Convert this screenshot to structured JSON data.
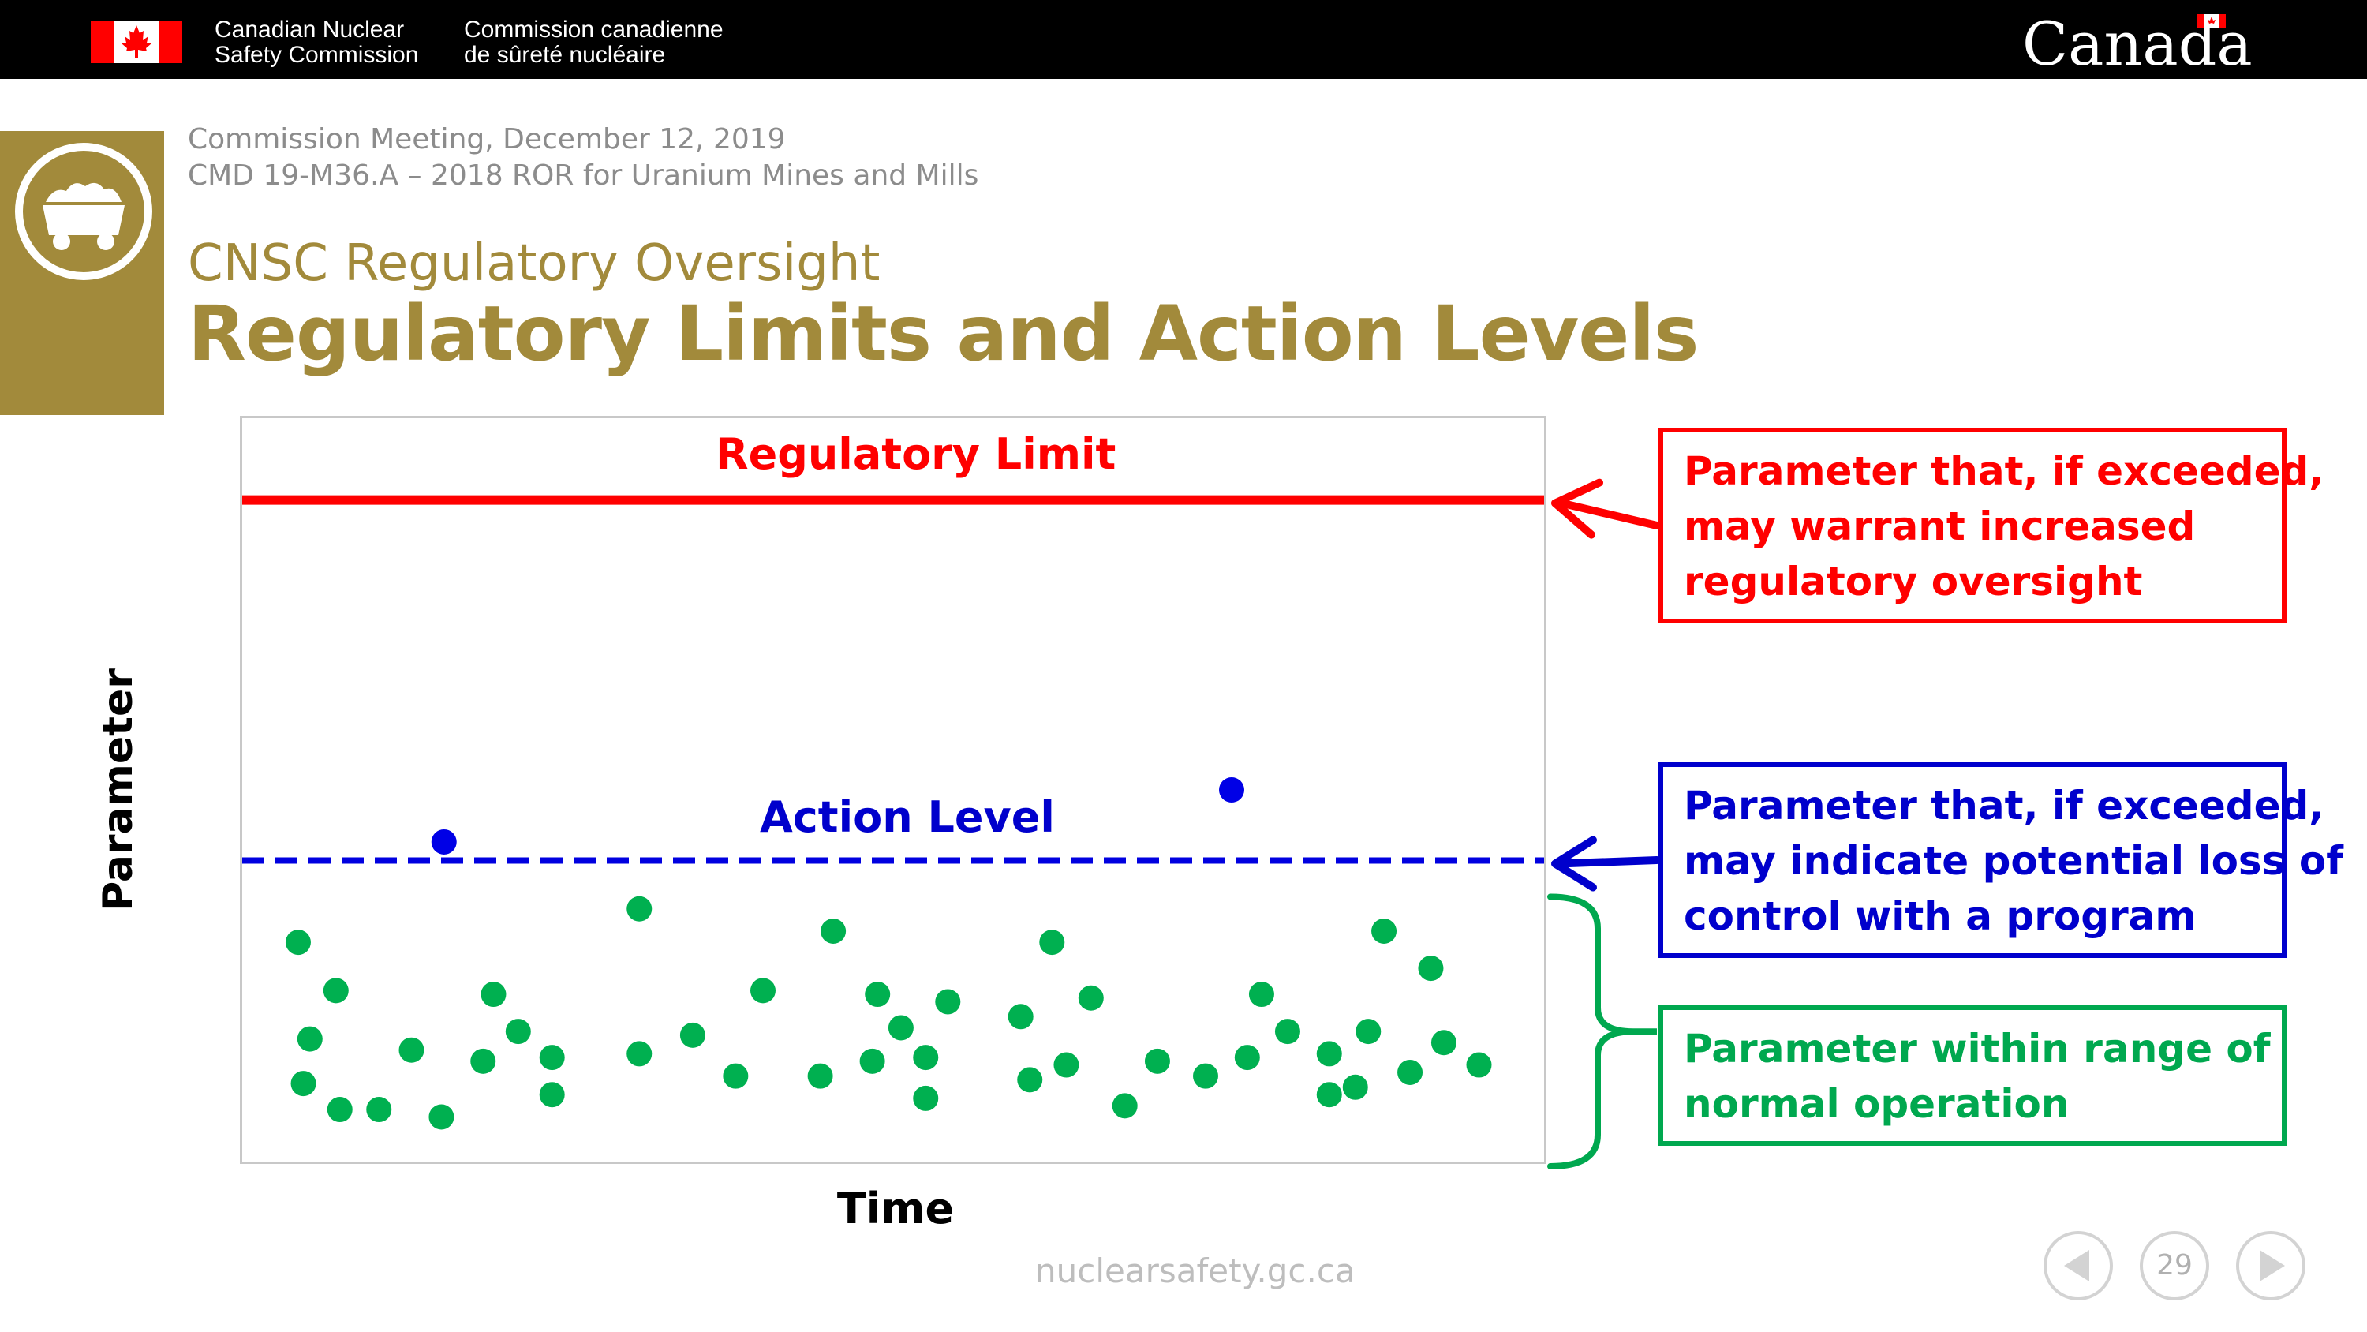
{
  "header": {
    "agency_en": [
      "Canadian Nuclear",
      "Safety Commission"
    ],
    "agency_fr": [
      "Commission canadienne",
      "de sûreté nucléaire"
    ],
    "wordmark": "Canada",
    "flag_color": "#ff0000"
  },
  "slide": {
    "meeting_line": "Commission Meeting, December 12, 2019",
    "cmd_line": "CMD 19-M36.A – 2018 ROR for Uranium Mines and Mills",
    "subtitle": "CNSC Regulatory Oversight",
    "title": "Regulatory Limits and Action Levels",
    "side_icon": "mine-cart-icon",
    "accent_color": "#a28a3b"
  },
  "chart_data": {
    "type": "scatter",
    "xlabel": "Time",
    "ylabel": "Parameter",
    "xlim": [
      0,
      100
    ],
    "ylim": [
      0,
      100
    ],
    "lines": [
      {
        "label": "Regulatory Limit",
        "y": 89,
        "style": "solid",
        "color": "#ff0000"
      },
      {
        "label": "Action Level",
        "y": 40.5,
        "style": "dashed",
        "color": "#0000e0"
      }
    ],
    "series": [
      {
        "color": "#0000e6",
        "points": [
          [
            15.5,
            43
          ],
          [
            76,
            50
          ]
        ]
      },
      {
        "color": "#00b050",
        "points": [
          [
            4.3,
            29.5
          ],
          [
            5.2,
            16.5
          ],
          [
            4.7,
            10.5
          ],
          [
            7.2,
            23
          ],
          [
            7.5,
            7
          ],
          [
            10.5,
            7
          ],
          [
            13,
            15
          ],
          [
            15.3,
            6
          ],
          [
            18.5,
            13.5
          ],
          [
            19.3,
            22.5
          ],
          [
            21.2,
            17.5
          ],
          [
            23.8,
            14
          ],
          [
            23.8,
            9
          ],
          [
            30.5,
            34
          ],
          [
            30.5,
            14.5
          ],
          [
            34.6,
            17
          ],
          [
            37.9,
            11.5
          ],
          [
            40,
            23
          ],
          [
            44.4,
            11.5
          ],
          [
            45.4,
            31
          ],
          [
            48.4,
            13.5
          ],
          [
            48.8,
            22.5
          ],
          [
            50.6,
            18
          ],
          [
            52.5,
            14
          ],
          [
            52.5,
            8.5
          ],
          [
            54.2,
            21.5
          ],
          [
            59.8,
            19.5
          ],
          [
            60.5,
            11
          ],
          [
            62.2,
            29.5
          ],
          [
            63.3,
            13
          ],
          [
            65.2,
            22
          ],
          [
            67.8,
            7.5
          ],
          [
            70.3,
            13.5
          ],
          [
            74,
            11.5
          ],
          [
            77.2,
            14
          ],
          [
            78.3,
            22.5
          ],
          [
            80.3,
            17.5
          ],
          [
            83.5,
            14.5
          ],
          [
            83.5,
            9
          ],
          [
            85.5,
            10
          ],
          [
            86.5,
            17.5
          ],
          [
            87.7,
            31
          ],
          [
            89.7,
            12
          ],
          [
            91.3,
            26
          ],
          [
            92.3,
            16
          ],
          [
            95,
            13
          ]
        ]
      }
    ]
  },
  "callouts": {
    "red": {
      "lines": [
        "Parameter that, if exceeded,",
        "may warrant increased",
        "regulatory oversight"
      ],
      "color": "#ff0000"
    },
    "blue": {
      "lines": [
        "Parameter that, if exceeded,",
        "may indicate potential loss of",
        "control with a program"
      ],
      "color": "#0000cc"
    },
    "green": {
      "lines": [
        "Parameter within range of",
        "normal operation"
      ],
      "color": "#00a84f"
    }
  },
  "footer": {
    "url": "nuclearsafety.gc.ca",
    "page_number": "29"
  }
}
